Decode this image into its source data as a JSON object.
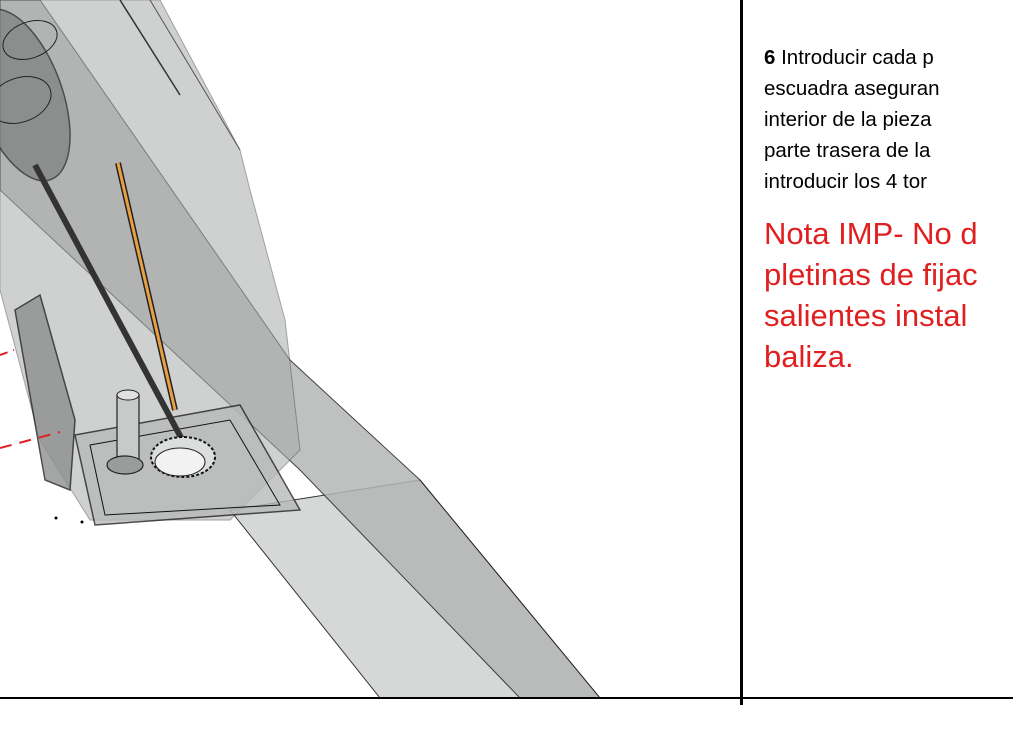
{
  "instruction": {
    "step_number": "6",
    "lines": [
      "Introducir cada p",
      "escuadra aseguran",
      "interior de la pieza",
      "parte trasera de la",
      "introducir los 4 tor"
    ]
  },
  "note": {
    "lines": [
      "Nota IMP- No d",
      "pletinas de fijac",
      "salientes instal",
      "baliza."
    ]
  },
  "colors": {
    "note_red": "#e02020",
    "model_grey": "#9a9a9a",
    "rod_orange": "#e8a040"
  }
}
